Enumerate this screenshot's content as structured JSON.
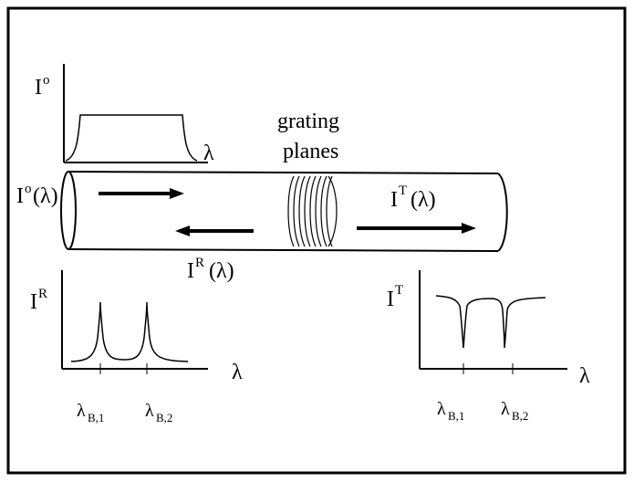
{
  "labels": {
    "input_axis": "I",
    "input_sup": "o",
    "input_x_axis": "λ",
    "grating_line1": "grating",
    "grating_line2": "planes",
    "input_field_I": "I",
    "input_field_sup": "o",
    "input_field_arg": "(λ)",
    "transmitted_I": "I",
    "transmitted_sup": "T",
    "transmitted_arg": "(λ)",
    "reflected_I": "I",
    "reflected_sup": "R",
    "reflected_arg": "(λ)",
    "refl_axis_I": "I",
    "refl_axis_sup": "R",
    "refl_x_axis": "λ",
    "trans_axis_I": "I",
    "trans_axis_sup": "T",
    "trans_x_axis": "λ",
    "refl_tick1_main": "λ",
    "refl_tick1_sub": "B,1",
    "refl_tick2_main": "λ",
    "refl_tick2_sub": "B,2",
    "trans_tick1_main": "λ",
    "trans_tick1_sub": "B,1",
    "trans_tick2_main": "λ",
    "trans_tick2_sub": "B,2"
  },
  "colors": {
    "ink": "#000000",
    "background": "#ffffff"
  }
}
